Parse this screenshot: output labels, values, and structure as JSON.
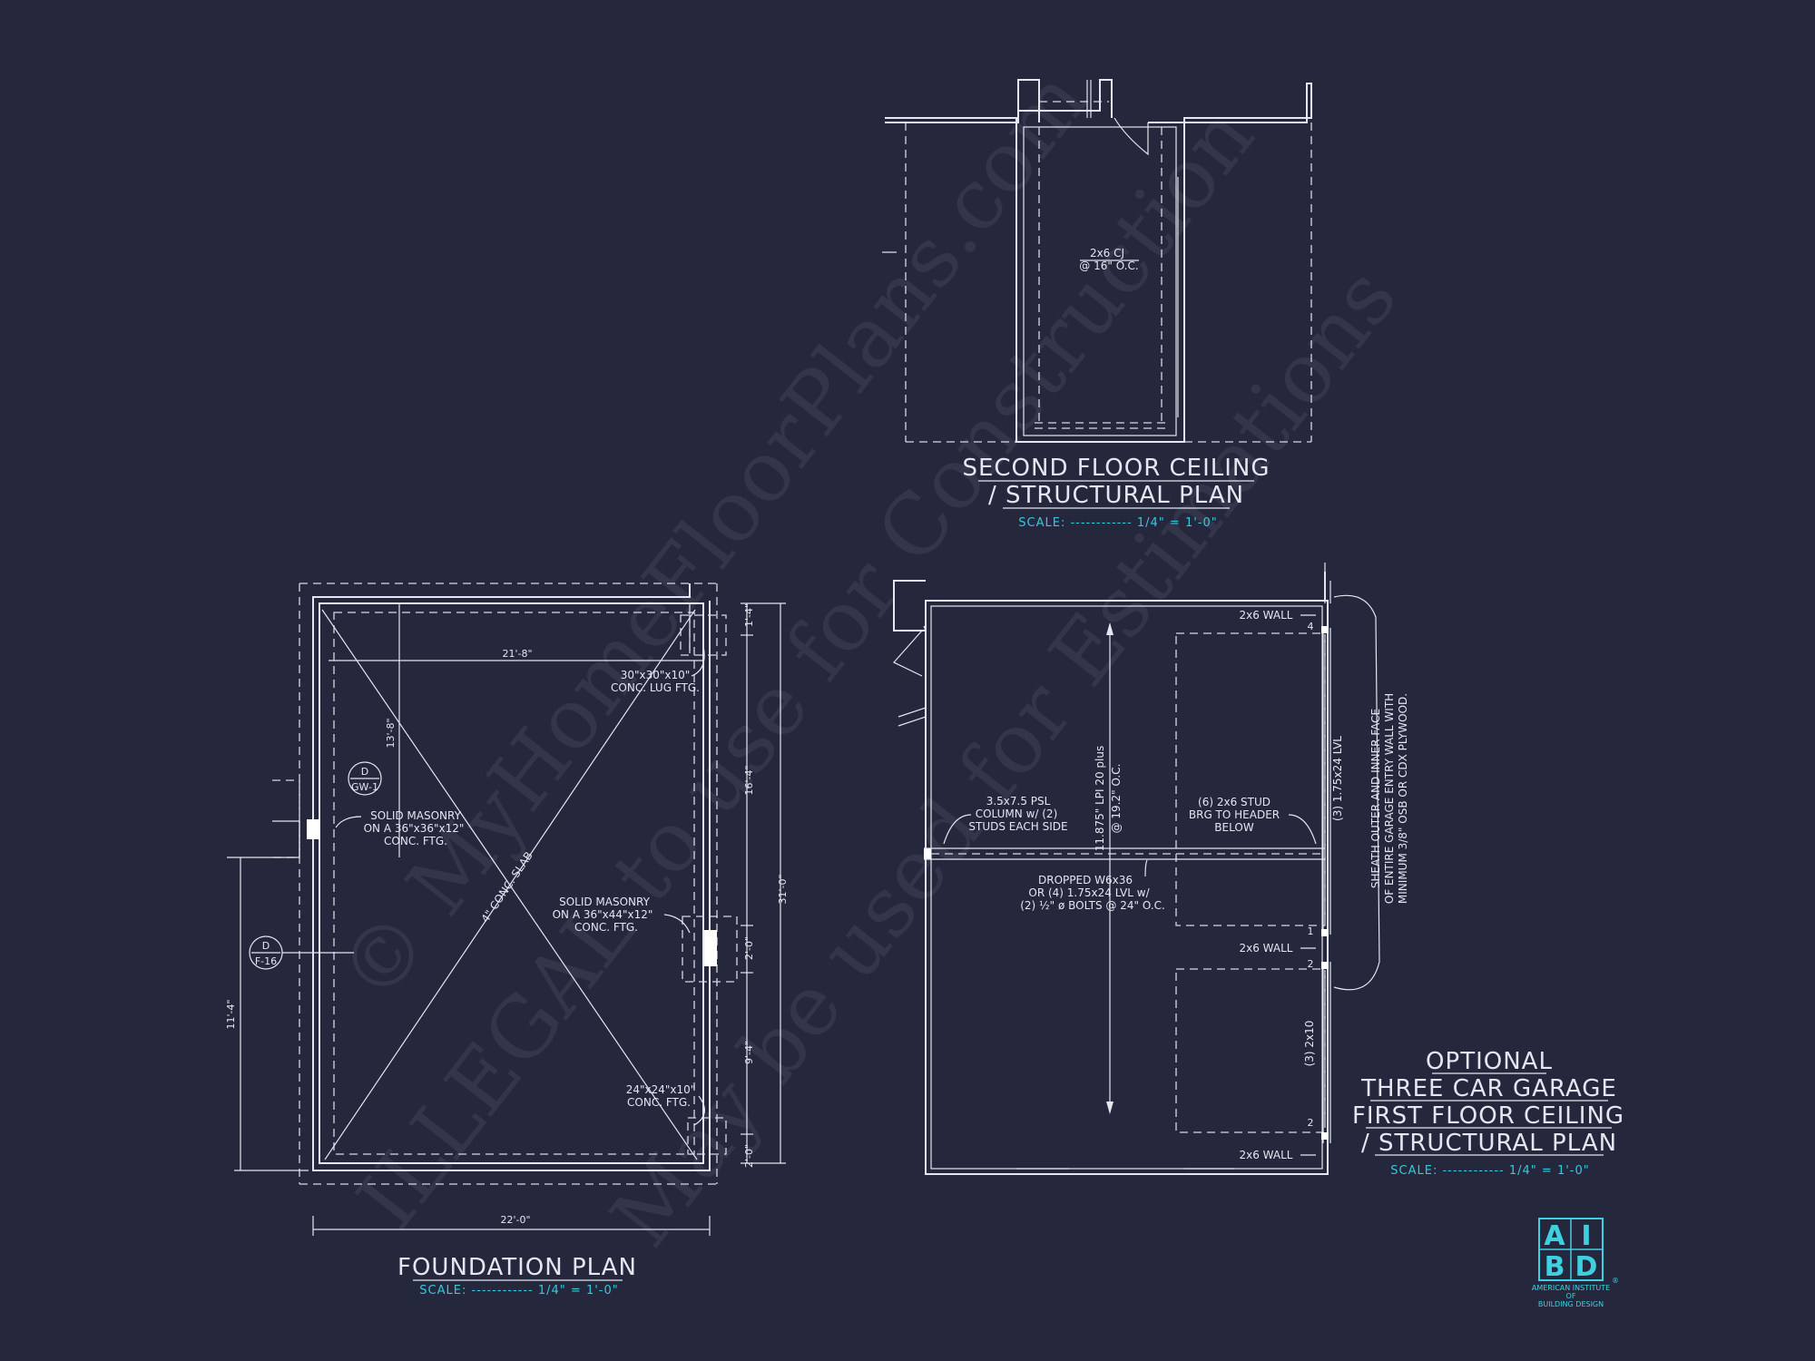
{
  "watermark": {
    "line1": "© MyHomeFloorPlans.com",
    "line2": "ILLEGAL to use for Construction",
    "line3": "May be used for Estimations"
  },
  "second_floor": {
    "title_line1": "SECOND FLOOR CEILING",
    "title_line2": "/ STRUCTURAL PLAN",
    "scale": "SCALE: ------------ 1/4\" = 1'-0\"",
    "joist_line1": "2x6 CJ",
    "joist_line2": "@ 16\" O.C."
  },
  "foundation": {
    "title": "FOUNDATION PLAN",
    "scale": "SCALE: ------------ 1/4\" = 1'-0\"",
    "dims": {
      "width_inner": "21'-8\"",
      "width_overall": "22'-0\"",
      "depth_overall": "31'-0\"",
      "left_partial": "13'-8\"",
      "left_lower": "11'-4\"",
      "right_top": "1'-4\"",
      "right_upper": "16'-4\"",
      "right_pad": "2'-0\"",
      "right_lower": "9'-4\"",
      "right_bottom": "2'-0\""
    },
    "notes": {
      "lug_line1": "30\"x30\"x10\"",
      "lug_line2": "CONC. LUG FTG.",
      "masonry_a_line1": "SOLID MASONRY",
      "masonry_a_line2": "ON A 36\"x36\"x12\"",
      "masonry_a_line3": "CONC. FTG.",
      "masonry_b_line1": "SOLID MASONRY",
      "masonry_b_line2": "ON A 36\"x44\"x12\"",
      "masonry_b_line3": "CONC. FTG.",
      "ftg_line1": "24\"x24\"x10\"",
      "ftg_line2": "CONC. FTG.",
      "slab": "4\" CONC. SLAB"
    },
    "detail_gw": {
      "top": "D",
      "bottom": "GW-1"
    },
    "detail_f": {
      "top": "D",
      "bottom": "F-16"
    }
  },
  "garage": {
    "title_line1": "OPTIONAL",
    "title_line2": "THREE CAR GARAGE",
    "title_line3": "FIRST FLOOR CEILING",
    "title_line4": "/ STRUCTURAL PLAN",
    "scale": "SCALE: ------------ 1/4\" = 1'-0\"",
    "wall_top": "2x6 WALL",
    "wall_mid": "2x6 WALL",
    "wall_bottom": "2x6 WALL",
    "tag_4": "4",
    "tag_1": "1",
    "tag_2a": "2",
    "tag_2b": "2",
    "lvl": "(3) 1.75x24 LVL",
    "two_by_ten": "(3) 2x10",
    "joist_line1": "11.875\" LPI 20 plus",
    "joist_line2": "@ 19.2\" O.C.",
    "psl_line1": "3.5x7.5 PSL",
    "psl_line2": "COLUMN w/ (2)",
    "psl_line3": "STUDS EACH SIDE",
    "stud_line1": "(6) 2x6 STUD",
    "stud_line2": "BRG TO HEADER",
    "stud_line3": "BELOW",
    "beam_line1": "DROPPED W6x36",
    "beam_line2": "OR (4) 1.75x24 LVL w/",
    "beam_line3": "(2) ½\" ø BOLTS @ 24\" O.C.",
    "sheath_line1": "SHEATH OUTER AND INNER FACE",
    "sheath_line2": "OF ENTIRE GARAGE ENTRY WALL WITH",
    "sheath_line3": "MINIMUM 3/8\" OSB OR CDX PLYWOOD."
  },
  "logo": {
    "letters": [
      "A",
      "I",
      "B",
      "D"
    ],
    "line1": "AMERICAN INSTITUTE",
    "line2": "OF",
    "line3": "BUILDING DESIGN",
    "mark": "®"
  },
  "colors": {
    "background": "#25273d",
    "line": "#e4e6f0",
    "accent": "#35c9dc"
  }
}
